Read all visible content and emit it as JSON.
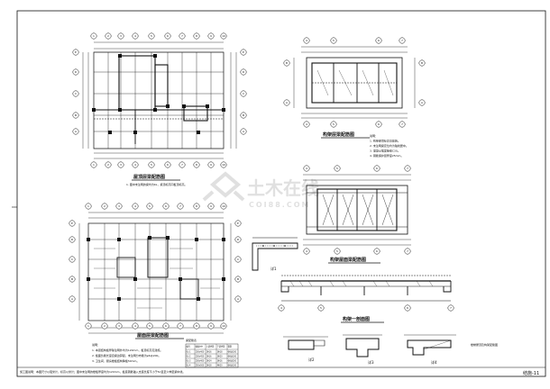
{
  "sheet": {
    "number": "结施-11",
    "footer_text": "施工图说明：本图尺寸以毫米计，标高以米计；图中未注明的楼板厚度均为120mm，板底钢筋锚入支座长度不小于5d且至少伸至梁中线。",
    "watermark": {
      "logo": "土木在线",
      "sub": "COI88.COM"
    }
  },
  "plans": {
    "plan1": {
      "title": "屋顶层梁配筋图",
      "axis_top": [
        "1",
        "2",
        "3",
        "4",
        "5",
        "6",
        "7",
        "8",
        "9",
        "10"
      ],
      "axis_left": [
        "E",
        "D",
        "C",
        "B",
        "A"
      ],
      "note": "1. 图中未注明的梁均为KL，梁顶标高同板顶标高。"
    },
    "plan2": {
      "title": "屋面层梁配筋图",
      "axis_top": [
        "1",
        "2",
        "3",
        "4",
        "5",
        "6",
        "7",
        "8",
        "9",
        "10"
      ],
      "axis_left": [
        "E",
        "D",
        "C",
        "B",
        "A"
      ],
      "notes": [
        "说明：",
        "1. 本层结构板厚除注明外均为120mm，板顶标高见建施。",
        "2. 板面负筋长度自梁边算起，未注明分布筋为φ6@200。",
        "3. 卫生间、厨房楼板结构降板50mm。"
      ]
    },
    "plan3": {
      "title": "构架层梁配筋图",
      "axis_top": [
        "4",
        "5",
        "6",
        "7"
      ],
      "notes": [
        "说明：",
        "1. 构架梁顶标高见建施。",
        "2. 未注明梁定位均为轴线居中。",
        "3. 混凝土强度等级C30。",
        "4. 钢筋保护层厚度25mm。"
      ]
    },
    "plan4": {
      "title": "构架屋面梁配筋图",
      "axis_top": [
        "4",
        "5",
        "6",
        "7"
      ]
    }
  },
  "section": {
    "title": "构架一剖面图",
    "axis": [
      "4",
      "5",
      "6",
      "7"
    ]
  },
  "details": {
    "top_label": "详1",
    "labels": [
      "详2",
      "详3",
      "详4"
    ]
  },
  "detail_note": "楼梯屋顶及构架配筋图",
  "table": {
    "caption": "梁配筋表",
    "headers": [
      "编号",
      "截面bxh",
      "上部纵筋",
      "下部纵筋",
      "箍筋"
    ],
    "rows": [
      [
        "KL-1",
        "200x400",
        "2Φ16",
        "3Φ18",
        "Φ8@100"
      ],
      [
        "KL-2",
        "200x450",
        "2Φ16",
        "3Φ20",
        "Φ8@100"
      ],
      [
        "KL-3",
        "200x400",
        "2Φ14",
        "3Φ16",
        "Φ8@200"
      ],
      [
        "KL-4",
        "250x500",
        "2Φ18",
        "4Φ20",
        "Φ8@100"
      ]
    ]
  },
  "colors": {
    "line": "#111111",
    "paper": "#ffffff",
    "watermark": "#cfcfcf"
  }
}
